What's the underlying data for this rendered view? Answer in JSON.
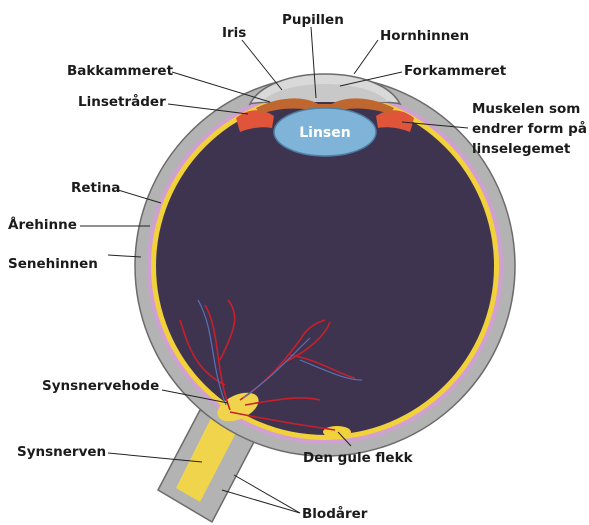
{
  "colors": {
    "sclera": "#b3b3b3",
    "sclera_edge": "#6b6b6b",
    "choroid": "#d0a0d3",
    "retina": "#f2d23a",
    "vitreous": "#3f3450",
    "lens": "#7fb3d8",
    "iris": "#c0672f",
    "ciliary": "#e0553a",
    "nerve": "#f0d44c",
    "vessels": "#c8202a"
  },
  "labels": {
    "iris": "Iris",
    "pupillen": "Pupillen",
    "hornhinnen": "Hornhinnen",
    "bakkammeret": "Bakkammeret",
    "forkammeret": "Forkammeret",
    "linsetrader": "Linsetråder",
    "muskelen": [
      "Muskelen som",
      "endrer form på",
      "linselegemet"
    ],
    "linsen": "Linsen",
    "retina": "Retina",
    "arehinne": "Årehinne",
    "senehinnen": "Senehinnen",
    "synsnervehode": "Synsnervehode",
    "synsnerven": "Synsnerven",
    "den_gule_flekk": "Den gule flekk",
    "blodarer": "Blodårer"
  }
}
